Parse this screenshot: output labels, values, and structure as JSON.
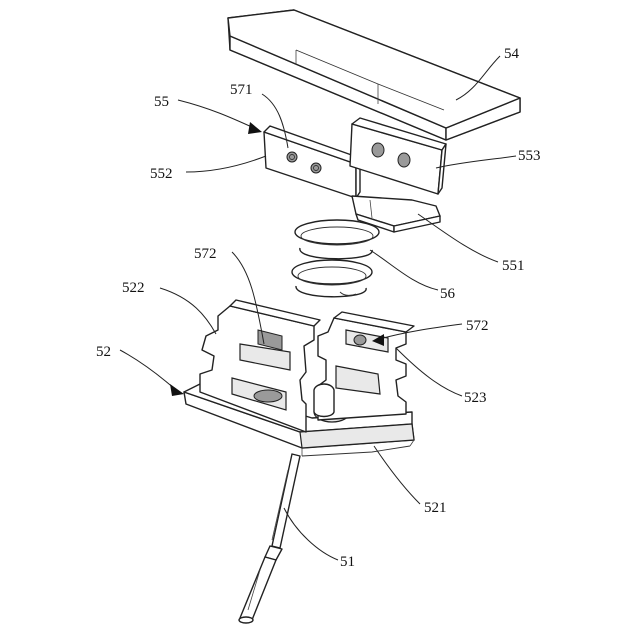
{
  "labels": {
    "l54": "54",
    "l55": "55",
    "l571": "571",
    "l552": "552",
    "l553": "553",
    "l551": "551",
    "l56": "56",
    "l572a": "572",
    "l572b": "572",
    "l522": "522",
    "l52": "52",
    "l523": "523",
    "l521": "521",
    "l51": "51"
  }
}
